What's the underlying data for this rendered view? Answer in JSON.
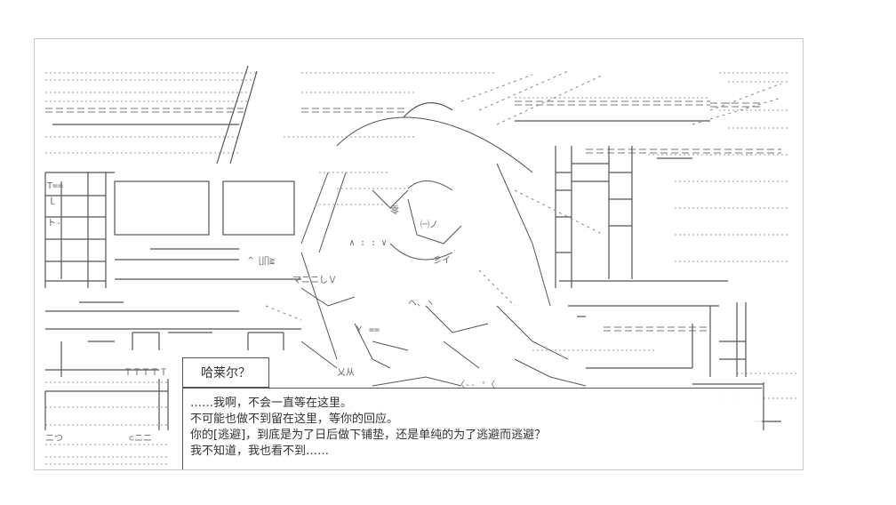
{
  "speaker": {
    "name": "哈莱尔？"
  },
  "dialog": {
    "lines": [
      "……我啊，不会一直等在这里。",
      "不可能也做不到留在这里，等你的回应。",
      "你的[逃避]，到底是为了日后做下铺垫，还是单纯的为了逃避而逃避？",
      "我不知道，我也看不到……"
    ]
  },
  "colors": {
    "ink": "#666666",
    "light_ink": "#9a9a9a",
    "frame": "#c8c8c8",
    "text": "#333333"
  }
}
